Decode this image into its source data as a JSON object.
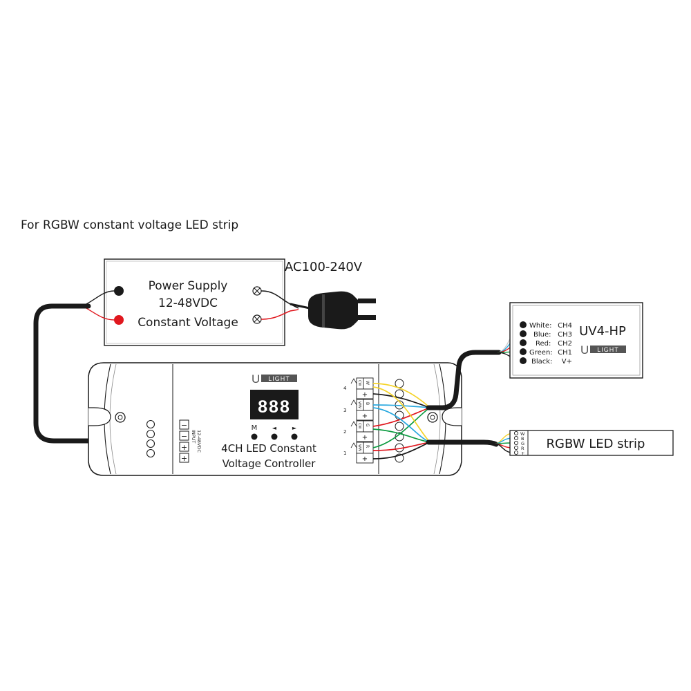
{
  "caption": "For RGBW constant voltage LED strip",
  "power_supply": {
    "line1": "Power Supply",
    "line2": "12-48VDC",
    "line3": "Constant Voltage"
  },
  "ac_label": "AC100-240V",
  "controller": {
    "brand_u": "U",
    "brand_light": "LIGHT",
    "display_digits": "888",
    "buttons": [
      "M",
      "◄",
      "►"
    ],
    "title_line1": "4CH LED Constant",
    "title_line2": "Voltage Controller",
    "input_text": "12-48VDC",
    "input_title": "INPUT",
    "input_pins": [
      "−",
      "−",
      "+",
      "+"
    ],
    "channels": [
      {
        "num": "4",
        "label": "CW",
        "tag": "W"
      },
      {
        "num": "3",
        "label": "WW",
        "tag": "B"
      },
      {
        "num": "2",
        "label": "CW",
        "tag": "G"
      },
      {
        "num": "1",
        "label": "WW",
        "tag": "R"
      }
    ],
    "plus_sign": "+"
  },
  "remote": {
    "model": "UV4-HP",
    "brand_u": "U",
    "brand_light": "LIGHT",
    "wires": [
      {
        "name": "White:",
        "channel": "CH4"
      },
      {
        "name": "Blue:",
        "channel": "CH3"
      },
      {
        "name": "Red:",
        "channel": "CH2"
      },
      {
        "name": "Green:",
        "channel": "CH1"
      },
      {
        "name": "Black:",
        "channel": "V+"
      }
    ]
  },
  "led_strip": {
    "label": "RGBW LED strip",
    "pins": [
      "W",
      "B",
      "G",
      "R",
      "+"
    ]
  },
  "colors": {
    "line": "#1a1a1a",
    "red": "#e0171e",
    "blue": "#29a8df",
    "green": "#0a9a3f",
    "yellow": "#f5d328",
    "light_gray": "#cccccc"
  }
}
